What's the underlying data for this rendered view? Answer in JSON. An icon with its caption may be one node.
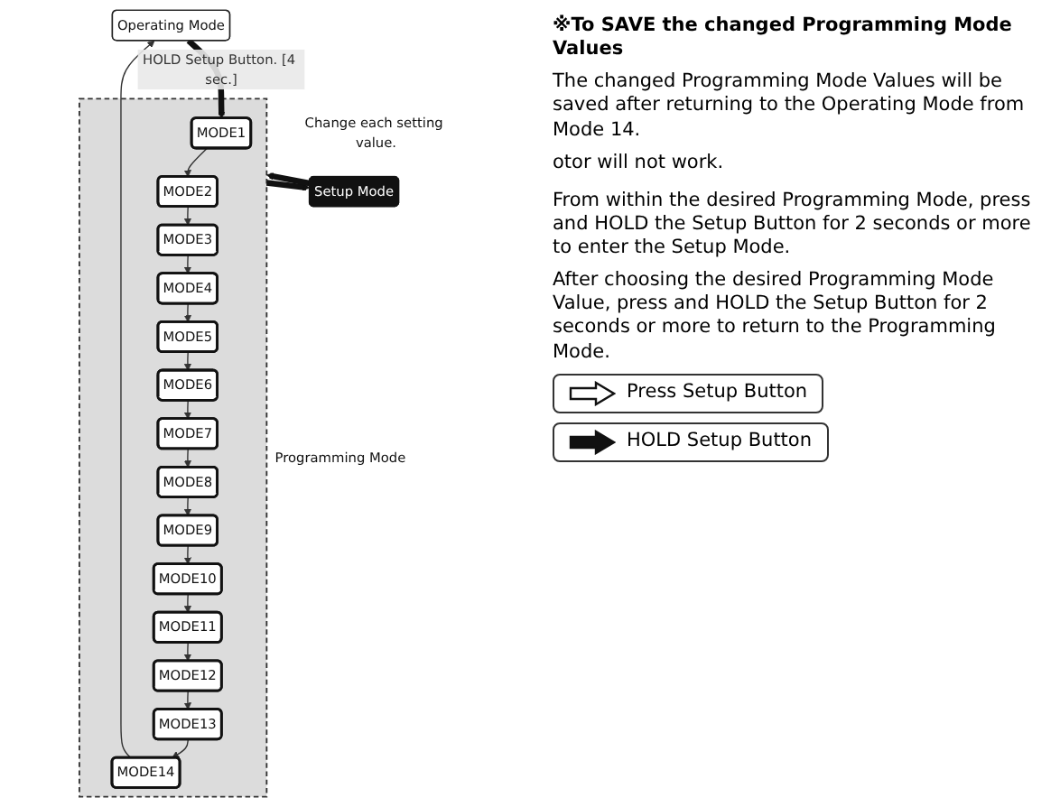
{
  "diagram": {
    "nodes": [
      {
        "text": [
          "Operating Mode"
        ]
      },
      {
        "text": [
          "Programming Mode"
        ]
      },
      {
        "text": [
          "MODE1"
        ],
        "in": 1
      },
      {
        "text": [
          "MODE2"
        ],
        "in": 1
      },
      {
        "text": [
          "MODE3"
        ],
        "in": 1
      },
      {
        "text": [
          "MODE4"
        ],
        "in": 1
      },
      {
        "text": [
          "MODE5"
        ],
        "in": 1
      },
      {
        "text": [
          "MODE6"
        ],
        "in": 1
      },
      {
        "text": [
          "MODE7"
        ],
        "in": 1
      },
      {
        "text": [
          "MODE8"
        ],
        "in": 1
      },
      {
        "text": [
          "MODE9"
        ],
        "in": 1
      },
      {
        "text": [
          "MODE10"
        ],
        "in": 1
      },
      {
        "text": [
          "MODE11"
        ],
        "in": 1
      },
      {
        "text": [
          "MODE12"
        ],
        "in": 1
      },
      {
        "text": [
          "MODE13"
        ],
        "in": 1
      },
      {
        "text": [
          "MODE14"
        ],
        "in": 1
      },
      {
        "text": [
          "Setup Mode"
        ],
        "beside": [
          "Change each setting value."
        ]
      }
    ],
    "edges": [
      {
        "from": 0,
        "to": 2,
        "arrow": "to",
        "style": "thick",
        "label": "HOLD Setup Button. [4 sec.]"
      },
      {
        "from": 2,
        "to": 3,
        "arrow": "to"
      },
      {
        "from": 3,
        "to": 4,
        "arrow": "to"
      },
      {
        "from": 4,
        "to": 5,
        "arrow": "to"
      },
      {
        "from": 5,
        "to": 6,
        "arrow": "to"
      },
      {
        "from": 6,
        "to": 7,
        "arrow": "to"
      },
      {
        "from": 7,
        "to": 8,
        "arrow": "to"
      },
      {
        "from": 8,
        "to": 9,
        "arrow": "to"
      },
      {
        "from": 9,
        "to": 10,
        "arrow": "to"
      },
      {
        "from": 10,
        "to": 11,
        "arrow": "to"
      },
      {
        "from": 11,
        "to": 12,
        "arrow": "to"
      },
      {
        "from": 12,
        "to": 13,
        "arrow": "to"
      },
      {
        "from": 13,
        "to": 14,
        "arrow": "to"
      },
      {
        "from": 14,
        "to": 15,
        "arrow": "to"
      },
      {
        "from": 15,
        "to": 0,
        "arrow": "to"
      },
      {
        "from": 1,
        "to": 16,
        "arrow": "to",
        "style": "thick"
      },
      {
        "from": 16,
        "to": 1,
        "arrow": "to",
        "style": "thick"
      }
    ],
    "labels": [
      "※To SAVE the changed Programming Mode Values",
      "The changed Programming Mode Values will be saved after returning to the Operating Mode from Mode 14.",
      "From within the desired Programming Mode, press and HOLD the Setup Button for 2 seconds or more to enter the Setup Mode.",
      "After choosing the desired Programming Mode Value, press and HOLD the Setup Button for 2 seconds or more to return to the Programming Mode.",
      "otor will not work."
    ],
    "legend": [
      {
        "text": "Press Setup Button"
      },
      {
        "text": "HOLD Setup Button"
      }
    ]
  }
}
